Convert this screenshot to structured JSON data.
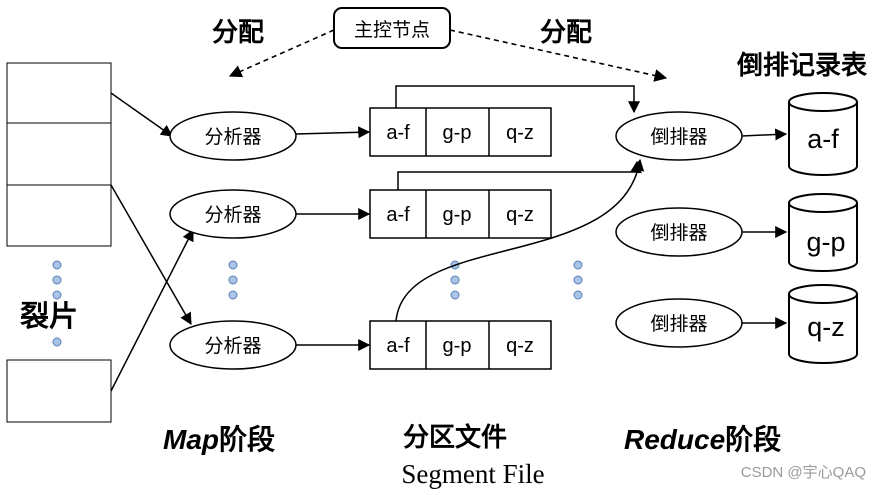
{
  "master": {
    "label": "主控节点"
  },
  "assign_left": "分配",
  "assign_right": "分配",
  "splits": {
    "label": "裂片"
  },
  "mappers": [
    "分析器",
    "分析器",
    "分析器"
  ],
  "partitions": [
    [
      "a-f",
      "g-p",
      "q-z"
    ],
    [
      "a-f",
      "g-p",
      "q-z"
    ],
    [
      "a-f",
      "g-p",
      "q-z"
    ]
  ],
  "reducers": [
    "倒排器",
    "倒排器",
    "倒排器"
  ],
  "index_title": "倒排记录表",
  "index_stores": [
    "a-f",
    "g-p",
    "q-z"
  ],
  "phases": {
    "map_en": "Map",
    "map_cn": "阶段",
    "partition_cn": "分区文件",
    "partition_en": "Segment File",
    "reduce_en": "Reduce",
    "reduce_cn": "阶段"
  },
  "watermark": "CSDN @宇心QAQ"
}
